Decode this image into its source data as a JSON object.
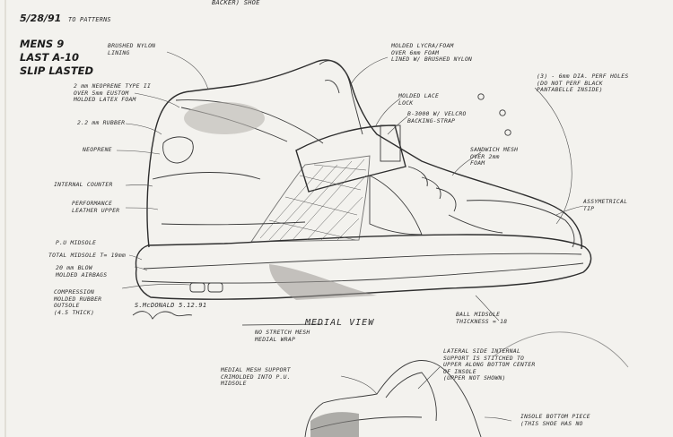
{
  "header": {
    "date": "5/28/91",
    "date_note": "TO PATTERNS",
    "top_cut": "BACKER) SHOE",
    "spec": [
      "MENS 9",
      "LAST A-10",
      "SLIP LASTED"
    ]
  },
  "callouts": {
    "brushed_nylon": "BRUSHED NYLON\nLINING",
    "neoprene_type": "2 mm NEOPRENE TYPE II\nOVER 5mm EUSTOM\nMOLDED LATEX FOAM",
    "rubber": "2.2 mm RUBBER",
    "neoprene": "NEOPRENE",
    "internal_counter": "INTERNAL COUNTER",
    "performance_leather": "PERFORMANCE\nLEATHER UPPER",
    "pu_midsole": "P.U MIDSOLE",
    "total_midsole": "TOTAL MIDSOLE T= 19mm",
    "blow_molded": "20 mm BLOW\nMOLDED AIRBAGS",
    "compression_rubber": "COMPRESSION\nMOLDED RUBBER\nOUTSOLE\n(4.5 THICK)",
    "molded_lycra": "MOLDED LYCRA/FOAM\nOVER 6mm FOAM\nLINED W/ BRUSHED NYLON",
    "perf_holes": "(3) - 6mm DIA. PERF HOLES\n(DO NOT PERF BLACK\nPANTABELLE INSIDE)",
    "molded_lace_lock": "MOLDED LACE\nLOCK",
    "velcro_strap": "B-3000 W/ VELCRO\nBACKING-STRAP",
    "sandwich_mesh": "SANDWICH MESH\nOVER 2mm\nFOAM",
    "asymmetrical_tip": "ASSYMETRICAL\nTIP",
    "ball_midsole": "BALL MIDSOLE\nTHICKNESS = 18",
    "no_stretch_mesh": "NO STRETCH MESH\nMEDIAL WRAP",
    "medial_mesh_support": "MEDIAL MESH SUPPORT\nCRIMOLDED INTO P.U.\nMIDSOLE",
    "lateral_internal_support": "LATERAL SIDE INTERNAL\nSUPPORT IS STITCHED TO\nUPPER ALONG BOTTOM CENTER\nOF INSOLE\n(UPPER NOT SHOWN)",
    "insole_bottom": "INSOLE BOTTOM PIECE\n(THIS SHOE HAS NO"
  },
  "view_title": "MEDIAL VIEW",
  "signature": "S.McDONALD 5.12.91"
}
